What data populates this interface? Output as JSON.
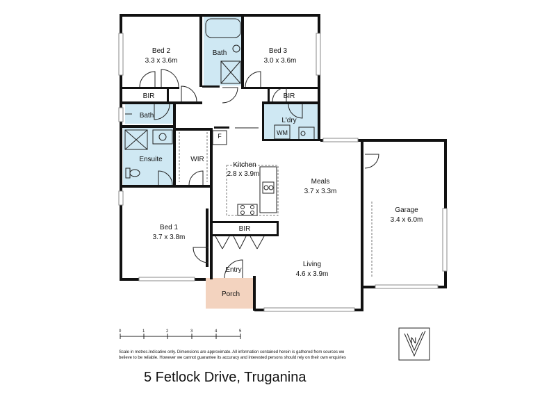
{
  "rooms": {
    "bed2": {
      "name": "Bed 2",
      "dims": "3.3 x 3.6m"
    },
    "bath_top": {
      "name": "Bath"
    },
    "bed3": {
      "name": "Bed 3",
      "dims": "3.0 x 3.6m"
    },
    "bir_left": {
      "name": "BIR"
    },
    "bir_right": {
      "name": "BIR"
    },
    "bath_small": {
      "name": "Bath"
    },
    "ldry": {
      "name": "L'dry"
    },
    "wm": {
      "name": "WM"
    },
    "fridge": {
      "name": "F"
    },
    "ensuite": {
      "name": "Ensuite"
    },
    "wir": {
      "name": "WIR"
    },
    "kitchen": {
      "name": "Kitchen",
      "dims": "2.8 x 3.9m"
    },
    "meals": {
      "name": "Meals",
      "dims": "3.7 x 3.3m"
    },
    "garage": {
      "name": "Garage",
      "dims": "3.4 x 6.0m"
    },
    "bed1": {
      "name": "Bed 1",
      "dims": "3.7 x 3.8m"
    },
    "bir_kitchen": {
      "name": "BIR"
    },
    "entry": {
      "name": "Entry"
    },
    "living": {
      "name": "Living",
      "dims": "4.6 x 3.9m"
    },
    "porch": {
      "name": "Porch"
    }
  },
  "scale": {
    "ticks": [
      "0",
      "1",
      "2",
      "3",
      "4",
      "5"
    ]
  },
  "disclaimer": {
    "line1": "Scale in metres.Indicative only. Dimensions are approximate. All information contained herein is gathered from sources we",
    "line2": "believe to be reliable. However we cannot guarantee its accuracy and interested persons should rely on their own enquiries"
  },
  "compass": {
    "letter": "N",
    "icon": "north-arrow-icon"
  },
  "address": "5 Fetlock Drive, Truganina"
}
